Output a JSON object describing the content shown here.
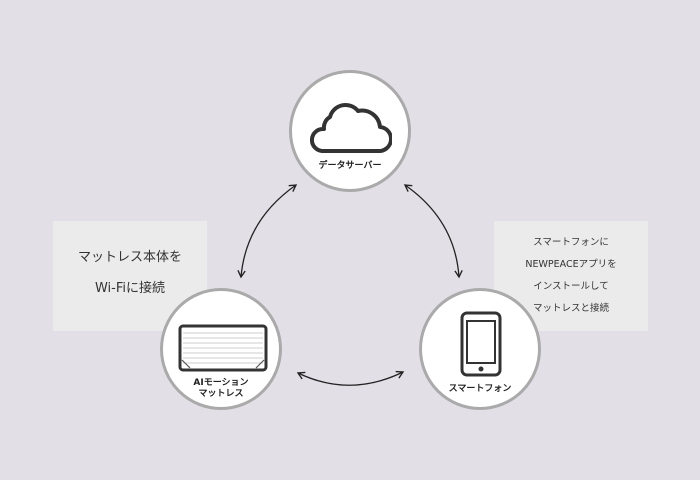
{
  "nodes": {
    "server": {
      "label": "データサーバー",
      "icon": "cloud-icon"
    },
    "mattress": {
      "label_line1": "AIモーション",
      "label_line2": "マットレス",
      "icon": "mattress-icon"
    },
    "phone": {
      "label": "スマートフォン",
      "icon": "smartphone-icon"
    }
  },
  "notes": {
    "left": [
      "マットレス本体を",
      "Wi-Fiに接続"
    ],
    "right": [
      "スマートフォンに",
      "NEWPEACEアプリを",
      "インストールして",
      "マットレスと接続"
    ]
  },
  "colors": {
    "background": "#e2dfe7",
    "box": "#ebebeb",
    "circle_border": "#aaaaaa",
    "icon": "#333333"
  }
}
